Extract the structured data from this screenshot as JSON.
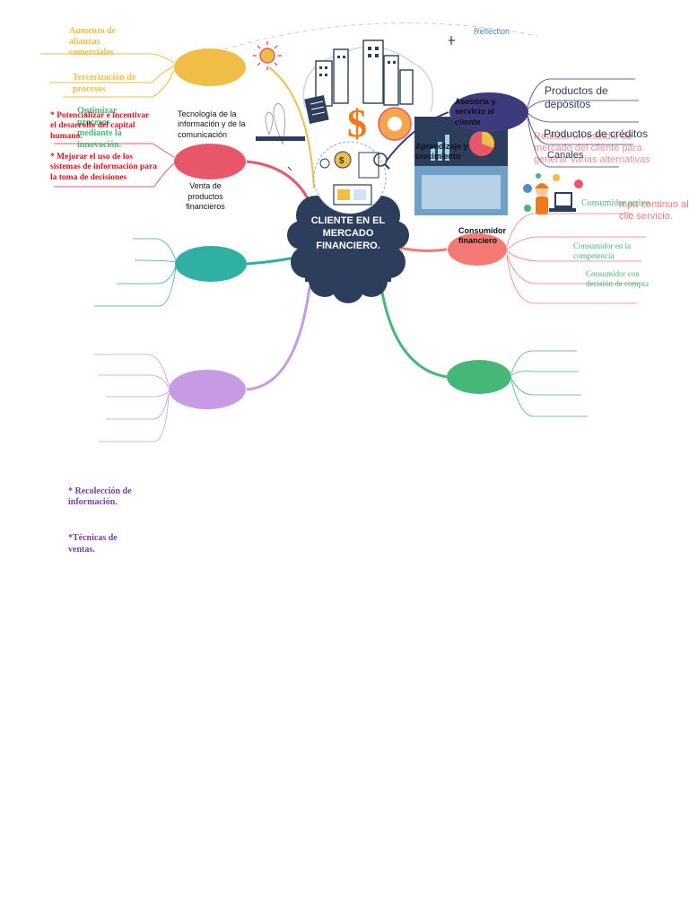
{
  "center": {
    "line1": "CLIENTE EN EL",
    "line2": "MERCADO",
    "line3": "FINANCIERO."
  },
  "reflection": "Reflection",
  "yellow": {
    "item1": "Aumento de alianzas comerciales.",
    "item2": "Tercerización de procesos",
    "item3": "Optimizar procesos mediante la innovación."
  },
  "red": {
    "label": "Tecnología de la información y de la comunicación",
    "item1": "* Potencializar e incentivar el desarrollo del capital humano.",
    "item2": "* Mejorar el uso de los sistemas de información para la toma de decisiones",
    "sub": "Venta de productos financieros"
  },
  "purple_left": {
    "item1": "* Recolección de información.",
    "item2": "*Técnicas de ventas."
  },
  "navy": {
    "label": "Asesoría y servicio al cliente",
    "item1": "Productos de depósitos",
    "item2": "Productos de créditos",
    "item3": "Canales",
    "photo_label": "Aprendizaje y crecimiento"
  },
  "salmon": {
    "overlay1": "Realizar un estudio de mercado del cliente para generar varias alternativas",
    "overlay2": "mpa continuo al clie servicio.",
    "label": "Consumidor financiero",
    "item1": "Consumidor activo",
    "item2": "Consumidor en la competencia",
    "item3": "Consumidor con decisión de compra"
  },
  "colors": {
    "navy": "#2c3e5b",
    "yellow": "#f0bd46",
    "red": "#e8566a",
    "teal": "#2fb0a3",
    "purple": "#c69be3",
    "green": "#45b877",
    "salmon": "#f57a76",
    "indigo": "#3d3b7e"
  }
}
